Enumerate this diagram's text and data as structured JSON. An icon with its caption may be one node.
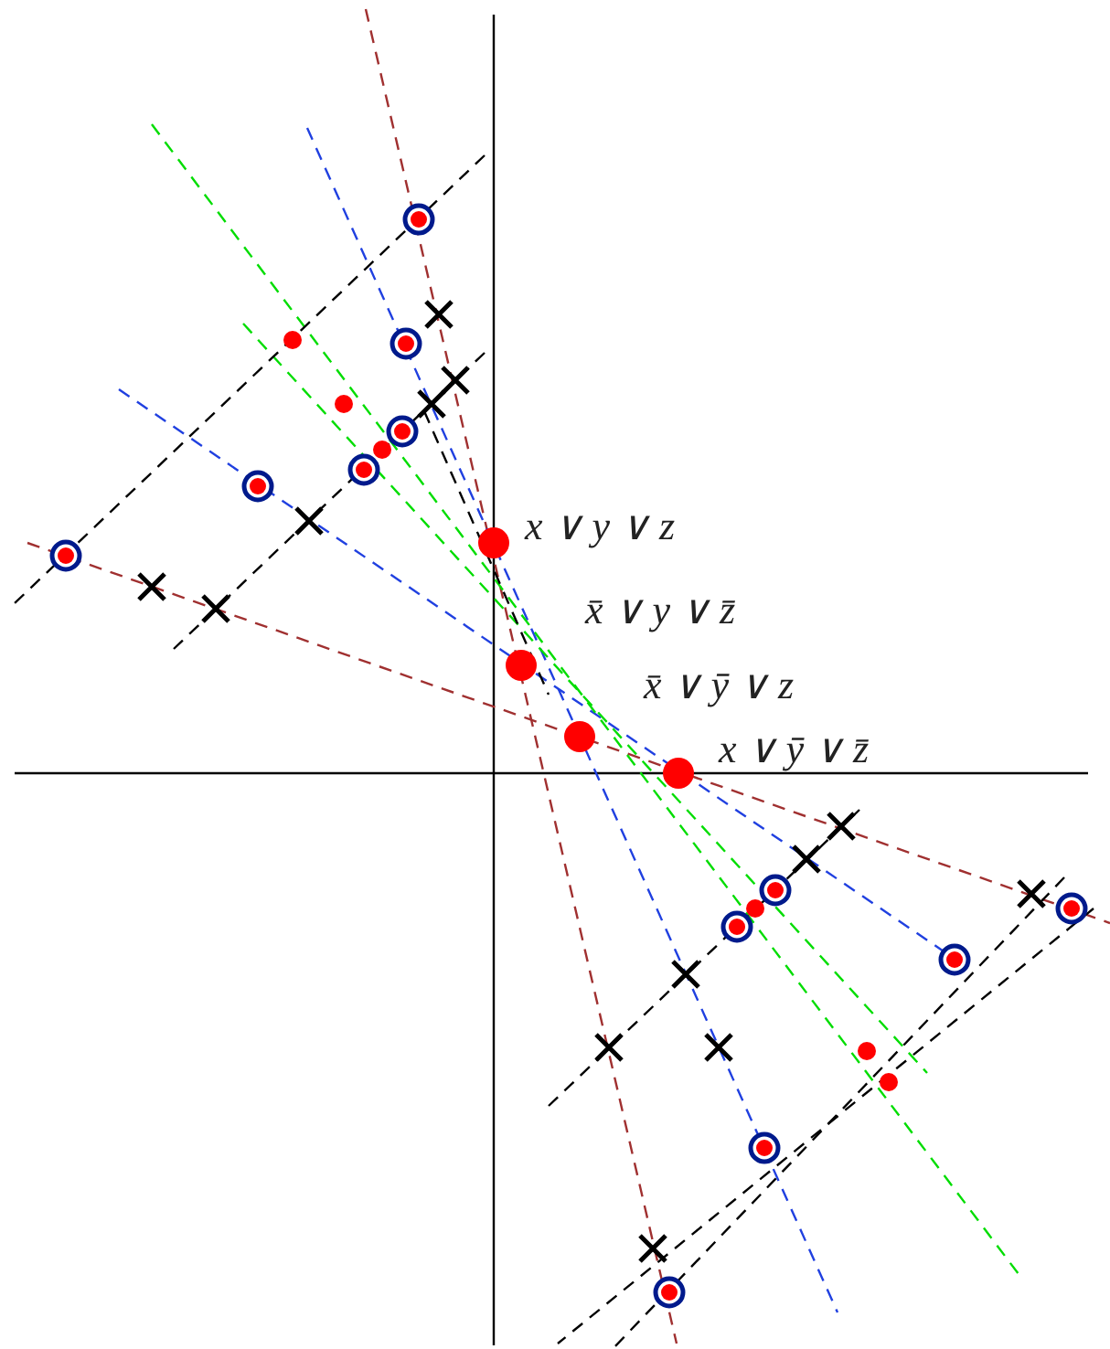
{
  "diagram": {
    "labels": [
      "x ∨ y ∨ z",
      "x̄ ∨ y ∨ z̄",
      "x̄ ∨ ȳ ∨ z",
      "x ∨ ȳ ∨ z̄"
    ]
  }
}
